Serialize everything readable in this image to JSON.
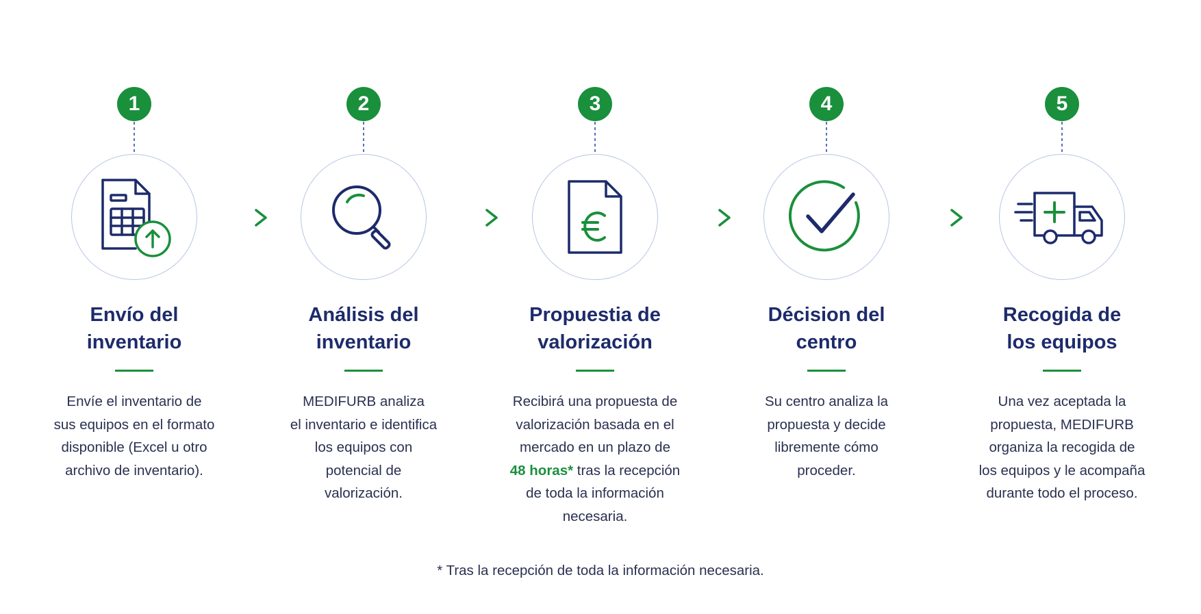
{
  "steps": [
    {
      "number": "1",
      "title_line1": "Envío del",
      "title_line2": "inventario",
      "icon": "spreadsheet-upload-icon",
      "desc": [
        "Envíe el inventario de",
        "sus equipos en el formato",
        "disponible (Excel u otro",
        "archivo de inventario)."
      ]
    },
    {
      "number": "2",
      "title_line1": "Análisis del",
      "title_line2": "inventario",
      "icon": "magnifier-icon",
      "desc": [
        "MEDIFURB analiza",
        "el inventario e identifica",
        "los equipos con",
        "potencial de",
        "valorización."
      ]
    },
    {
      "number": "3",
      "title_line1": "Propuestia de",
      "title_line2": "valorización",
      "icon": "euro-document-icon",
      "desc": [
        "Recibirá una propuesta de",
        "valorización basada en el",
        "mercado en un plazo de"
      ],
      "desc_highlight": "48 horas*",
      "desc_after_highlight": " tras la recepción",
      "desc_rest": [
        "de toda la información",
        "necesaria."
      ]
    },
    {
      "number": "4",
      "title_line1": "Décision del",
      "title_line2": "centro",
      "icon": "checkmark-circle-icon",
      "desc": [
        "Su centro analiza la",
        "propuesta y decide",
        "libremente cómo",
        "proceder."
      ]
    },
    {
      "number": "5",
      "title_line1": "Recogida de",
      "title_line2": "los equipos",
      "icon": "medical-truck-icon",
      "desc": [
        "Una vez aceptada la",
        "propuesta, MEDIFURB",
        "organiza la recogida de",
        "los equipos y le acompaña",
        "durante todo el proceso."
      ]
    }
  ],
  "footnote": "* Tras la recepción de toda la información necesaria.",
  "colors": {
    "navy": "#1d2b6b",
    "green": "#1a8f3c",
    "ring": "#b6c5e4",
    "text": "#2a3050"
  }
}
